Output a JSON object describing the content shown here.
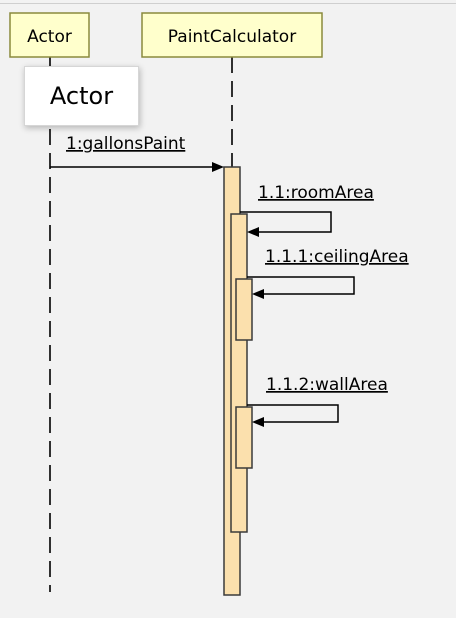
{
  "colors": {
    "background": "#f2f2f2",
    "participant_fill": "#ffffcc",
    "participant_border": "#8a8a3c",
    "activation_fill": "#fbe0ad",
    "activation_border": "#3a3a3a",
    "line": "#000000"
  },
  "participants": [
    {
      "id": "actor",
      "label": "Actor"
    },
    {
      "id": "paint",
      "label": "PaintCalculator"
    }
  ],
  "messages": [
    {
      "id": "m1",
      "label": "1:gallonsPaint"
    },
    {
      "id": "m11",
      "label": "1.1:roomArea"
    },
    {
      "id": "m111",
      "label": "1.1.1:ceilingArea"
    },
    {
      "id": "m112",
      "label": "1.1.2:wallArea"
    }
  ],
  "tooltip": {
    "text": "Actor"
  }
}
